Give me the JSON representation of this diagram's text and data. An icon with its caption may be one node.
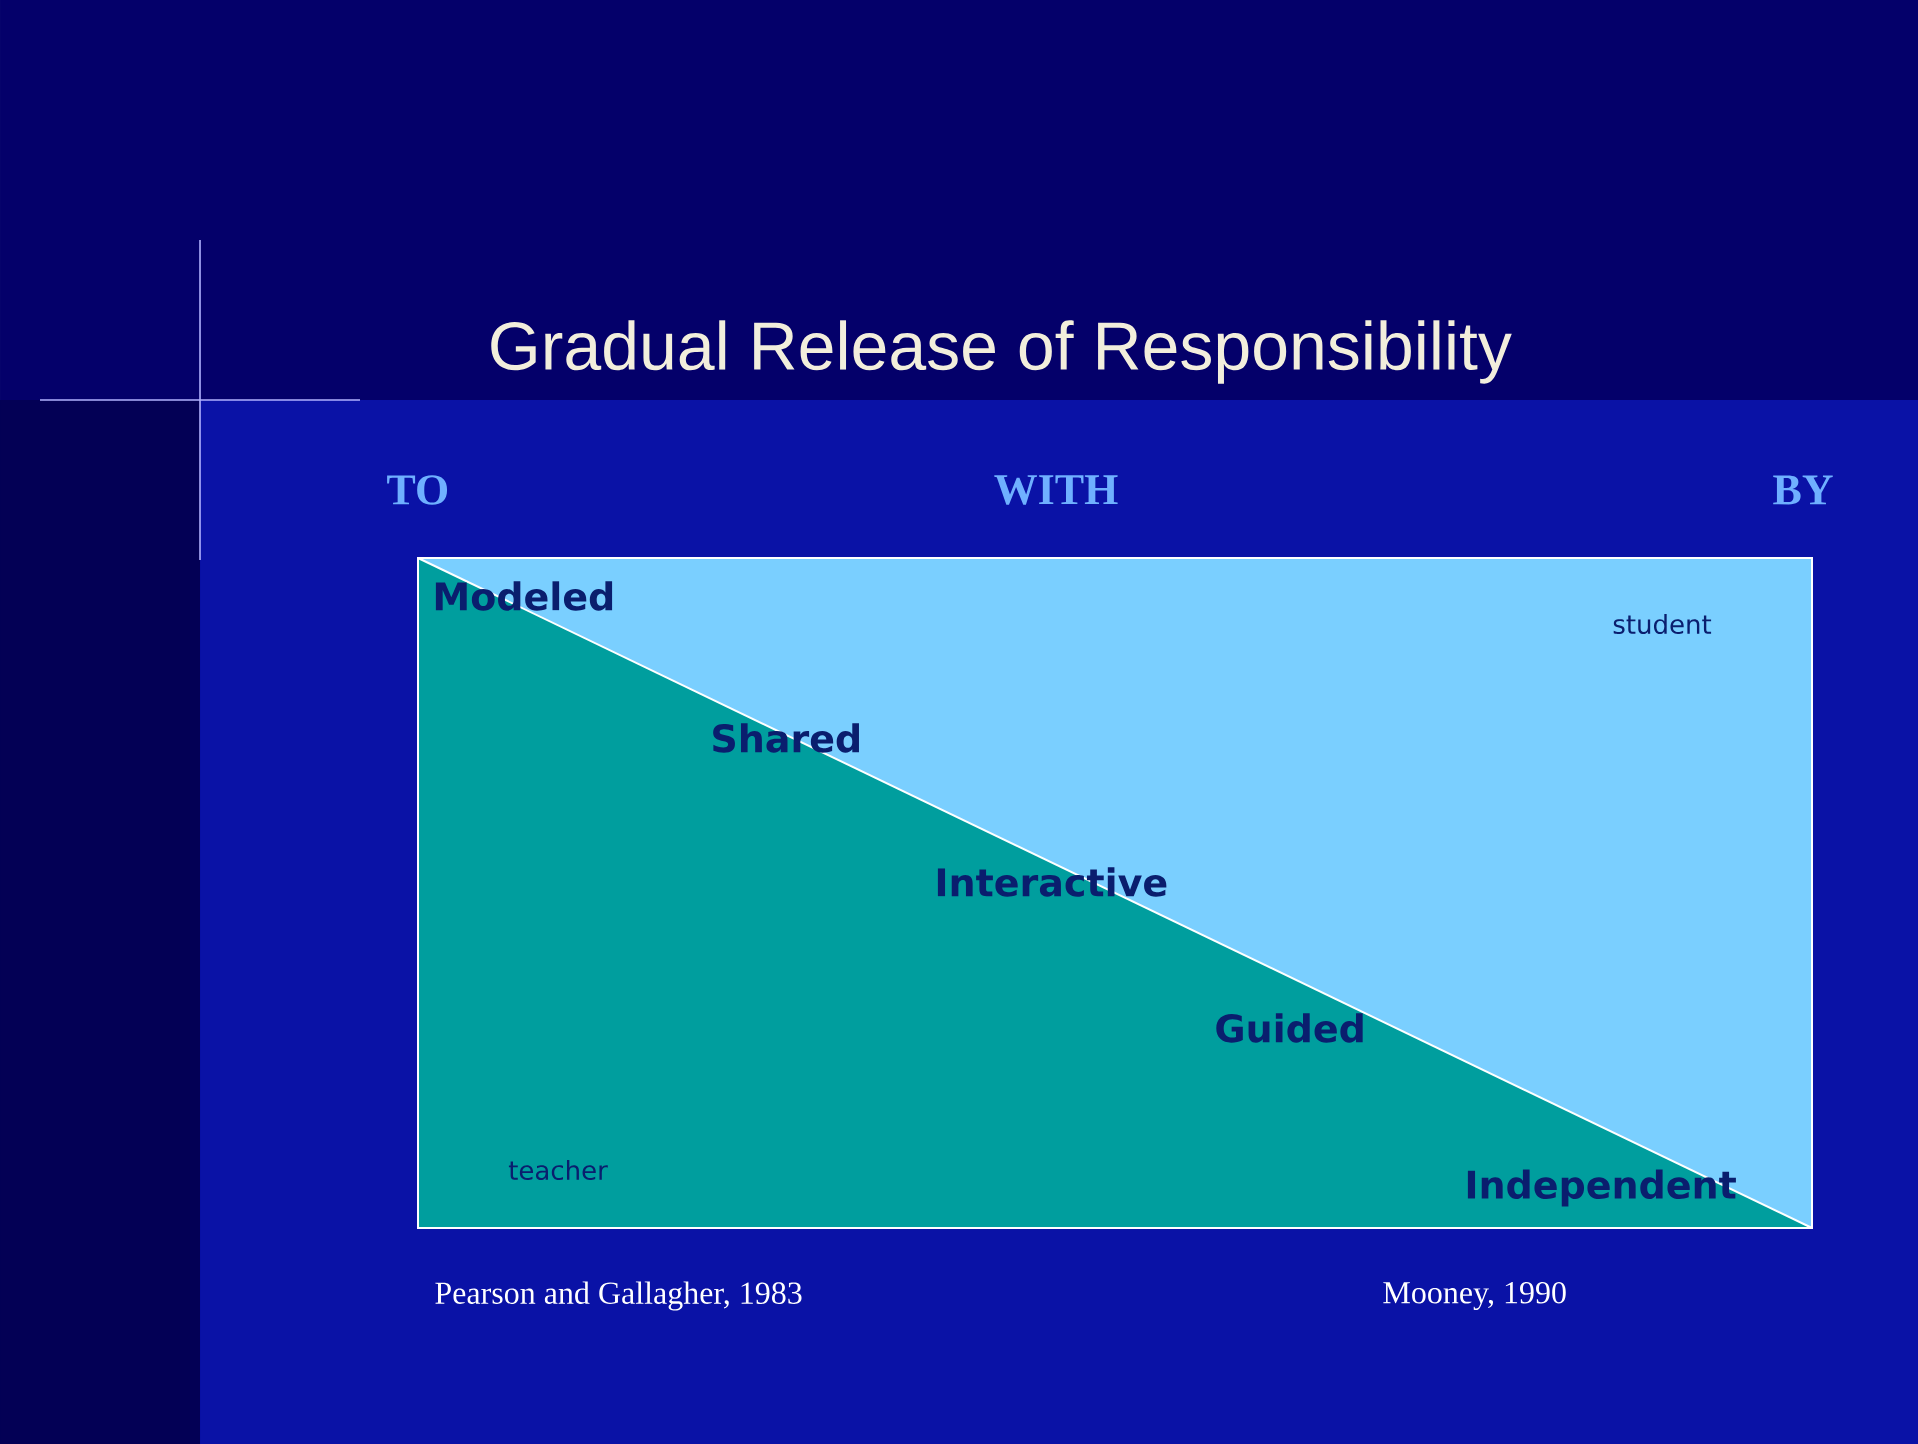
{
  "diagram": {
    "title": "Gradual Release of Responsibility",
    "nodes": [
      {
        "text": [
          "student"
        ]
      },
      {
        "text": [
          "teacher"
        ]
      }
    ],
    "labels": [
      "TO",
      "WITH",
      "BY",
      "Modeled",
      "Shared",
      "Interactive",
      "Guided",
      "Independent",
      "Pearson and Gallagher, 1983",
      "Mooney, 1990"
    ]
  }
}
